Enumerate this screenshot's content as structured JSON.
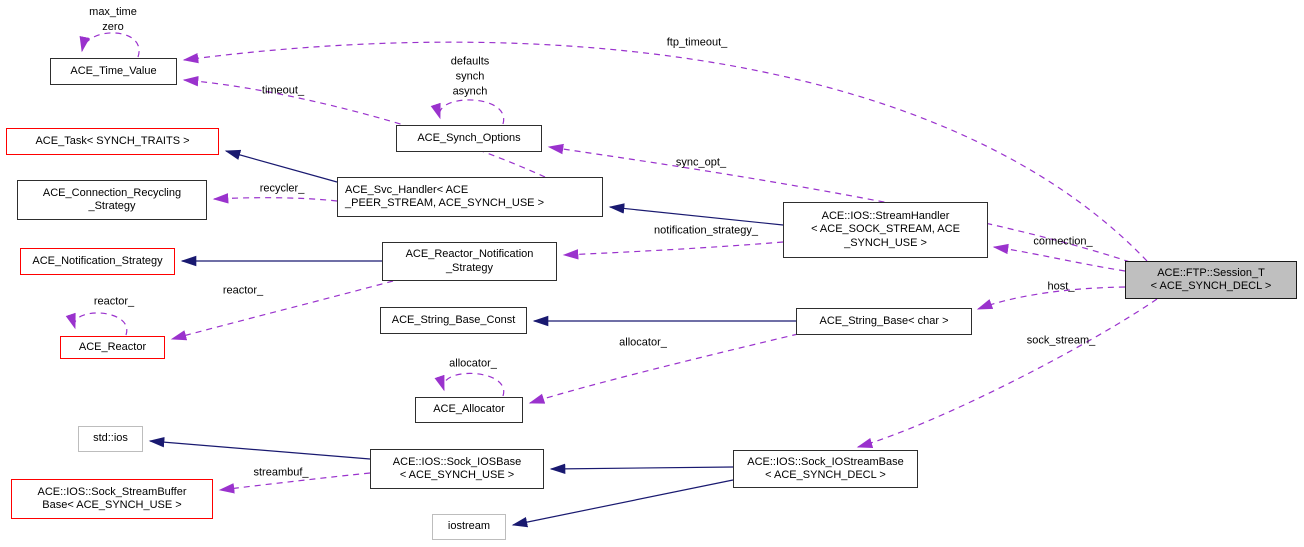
{
  "diagram": {
    "kind": "collaboration-graph",
    "colors": {
      "background": "#ffffff",
      "usage_edge": "#9a32cd",
      "inheritance_edge": "#191970",
      "node_border": "#2e2e2e",
      "truncated_node_border": "#ff0000",
      "external_node_border": "#bdbdbd",
      "focus_node_fill": "#bfbfbf",
      "text": "#000000"
    },
    "nodes": {
      "time_value": {
        "label": "ACE_Time_Value"
      },
      "task": {
        "label": "ACE_Task< SYNCH_TRAITS >"
      },
      "conn_recycling": {
        "label": "ACE_Connection_Recycling\n_Strategy"
      },
      "synch_options": {
        "label": "ACE_Synch_Options"
      },
      "svc_handler": {
        "label": "ACE_Svc_Handler< ACE\n_PEER_STREAM, ACE_SYNCH_USE >"
      },
      "notification_strategy": {
        "label": "ACE_Notification_Strategy"
      },
      "reactor_notification": {
        "label": "ACE_Reactor_Notification\n_Strategy"
      },
      "stream_handler": {
        "label": "ACE::IOS::StreamHandler\n< ACE_SOCK_STREAM, ACE\n_SYNCH_USE >"
      },
      "string_base_const": {
        "label": "ACE_String_Base_Const"
      },
      "string_base_char": {
        "label": "ACE_String_Base< char >"
      },
      "reactor": {
        "label": "ACE_Reactor"
      },
      "allocator": {
        "label": "ACE_Allocator"
      },
      "std_ios": {
        "label": "std::ios"
      },
      "sock_iosbase": {
        "label": "ACE::IOS::Sock_IOSBase\n< ACE_SYNCH_USE >"
      },
      "sock_streambuffer": {
        "label": "ACE::IOS::Sock_StreamBuffer\nBase< ACE_SYNCH_USE >"
      },
      "sock_iostreambase": {
        "label": "ACE::IOS::Sock_IOStreamBase\n< ACE_SYNCH_DECL >"
      },
      "iostream": {
        "label": "iostream"
      },
      "session_t": {
        "label": "ACE::FTP::Session_T\n< ACE_SYNCH_DECL >"
      }
    },
    "edge_labels": {
      "max_time_zero": "max_time\nzero",
      "ftp_timeout": "ftp_timeout_",
      "defaults_synch_asynch": "defaults\nsynch\nasynch",
      "timeout": "timeout_",
      "sync_opt": "sync_opt_",
      "recycler": "recycler_",
      "notification_strategy": "notification_strategy_",
      "connection": "connection_",
      "reactor_self": "reactor_",
      "reactor": "reactor_",
      "host": "host_",
      "allocator": "allocator_",
      "allocator_self": "allocator_",
      "sock_stream": "sock_stream_",
      "streambuf": "streambuf_"
    }
  }
}
